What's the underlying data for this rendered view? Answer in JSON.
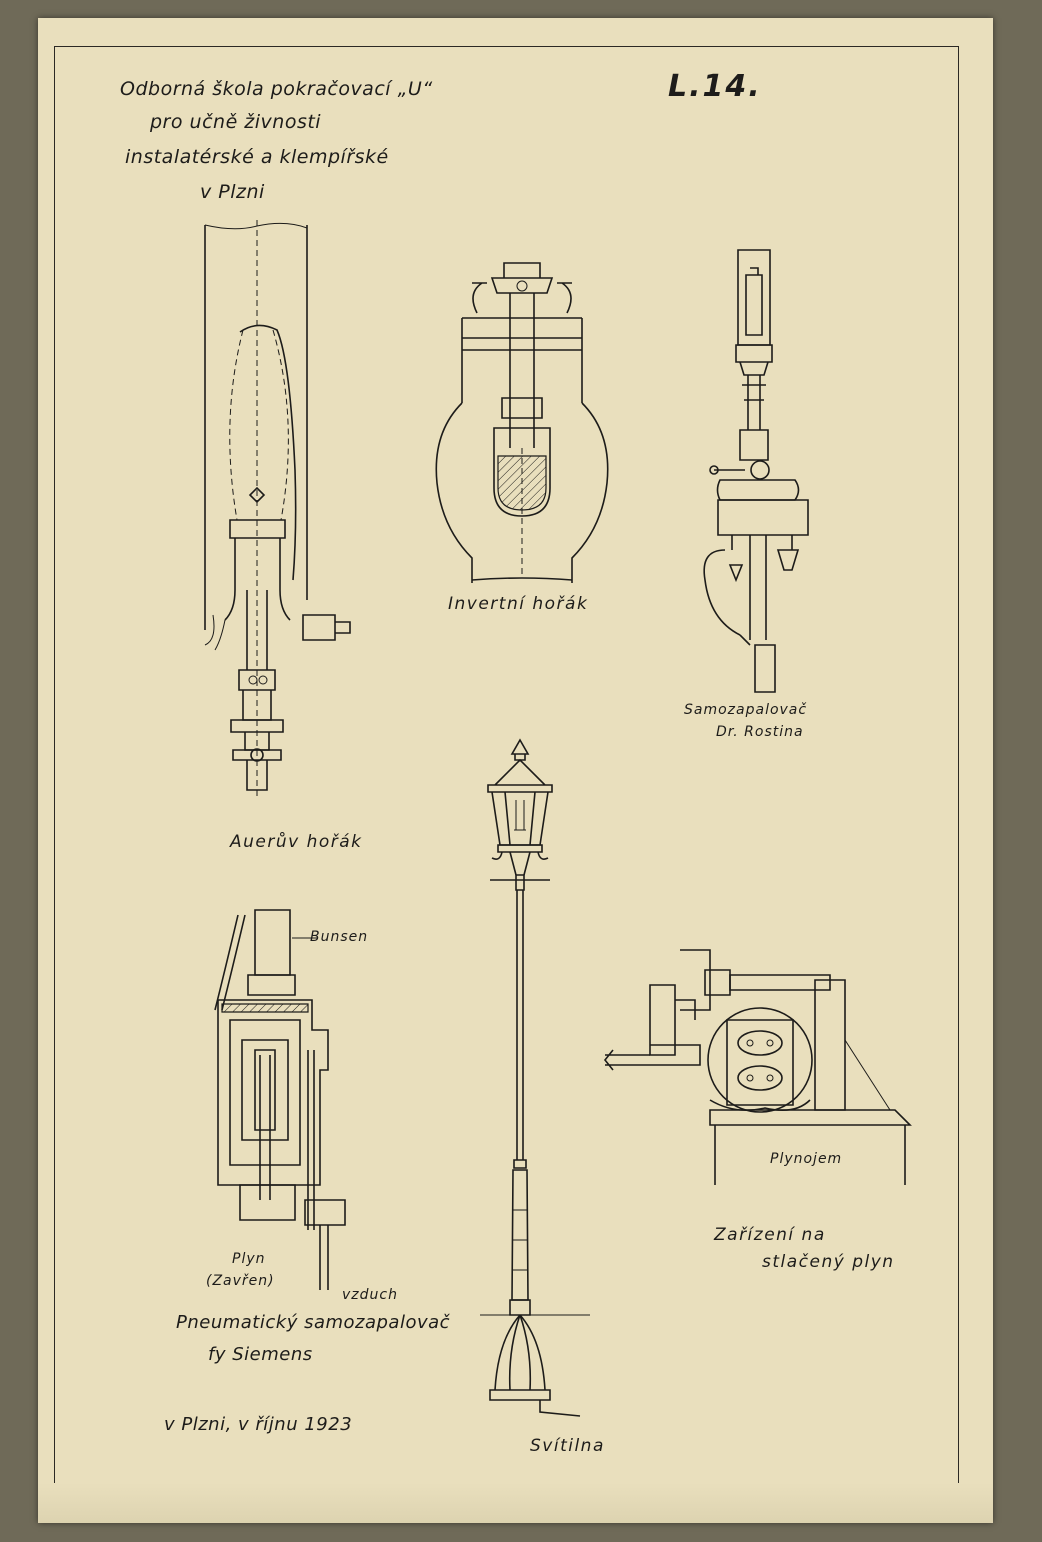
{
  "sheet": {
    "school_lines": [
      "Odborná škola pokračovací „U“",
      "pro učně živnosti",
      "instalatérské a klempířské",
      "v Plzni"
    ],
    "sheet_number": "L.14.",
    "place_date": "v Plzni, v říjnu 1923"
  },
  "drawings": {
    "auer": {
      "caption": "Auerův hořák"
    },
    "inverted": {
      "caption": "Invertní hořák"
    },
    "rostina": {
      "caption_line1": "Samozapalovač",
      "caption_line2": "Dr. Rostina"
    },
    "siemens": {
      "label_top": "Bunsen",
      "label_gas": "Plyn",
      "label_closed": "(Zavřen)",
      "label_air": "vzduch",
      "caption_line1": "Pneumatický samozapalovač",
      "caption_line2": "fy Siemens"
    },
    "lamp": {
      "caption": "Svítilna"
    },
    "compressed": {
      "label_tank": "Plynojem",
      "caption_line1": "Zařízení na",
      "caption_line2": "stlačený plyn"
    }
  }
}
